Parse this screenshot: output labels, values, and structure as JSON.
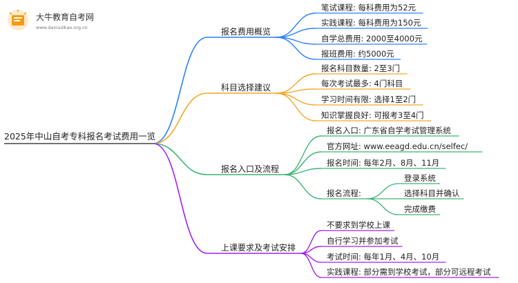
{
  "logo": {
    "title": "大牛教育自考网",
    "url": "www.daniuzikao.org.cn"
  },
  "root": "2025年中山自考专科报名考试费用一览",
  "colors": {
    "root_line": "#444444",
    "branch1": "#2a7fff",
    "branch2": "#f5a623",
    "branch3": "#3cb371",
    "branch4": "#a020f0"
  },
  "branches": [
    {
      "label": "报名费用概览",
      "children": [
        {
          "label": "笔试课程: 每科费用为52元"
        },
        {
          "label": "实践课程: 每科费用为150元"
        },
        {
          "label": "自学总费用: 2000至4000元"
        },
        {
          "label": "报班费用: 约5000元"
        }
      ]
    },
    {
      "label": "科目选择建议",
      "children": [
        {
          "label": "报名科目数量: 2至3门"
        },
        {
          "label": "每次考试最多: 4门科目"
        },
        {
          "label": "学习时间有限: 选择1至2门"
        },
        {
          "label": "知识掌握良好: 可报考3至4门"
        }
      ]
    },
    {
      "label": "报名入口及流程",
      "children": [
        {
          "label": "报名入口: 广东省自学考试管理系统"
        },
        {
          "label": "官方网址: www.eeagd.edu.cn/selfec/"
        },
        {
          "label": "报名时间: 每年2月、8月、11月"
        },
        {
          "label": "报名流程:",
          "children": [
            "登录系统",
            "选择科目并确认",
            "完成缴费"
          ]
        }
      ]
    },
    {
      "label": "上课要求及考试安排",
      "children": [
        {
          "label": "不要求到学校上课"
        },
        {
          "label": "自行学习并参加考试"
        },
        {
          "label": "考试时间: 每年1月、4月、10月"
        },
        {
          "label": "实践课程: 部分需到学校考试，部分可远程考试"
        }
      ]
    }
  ]
}
